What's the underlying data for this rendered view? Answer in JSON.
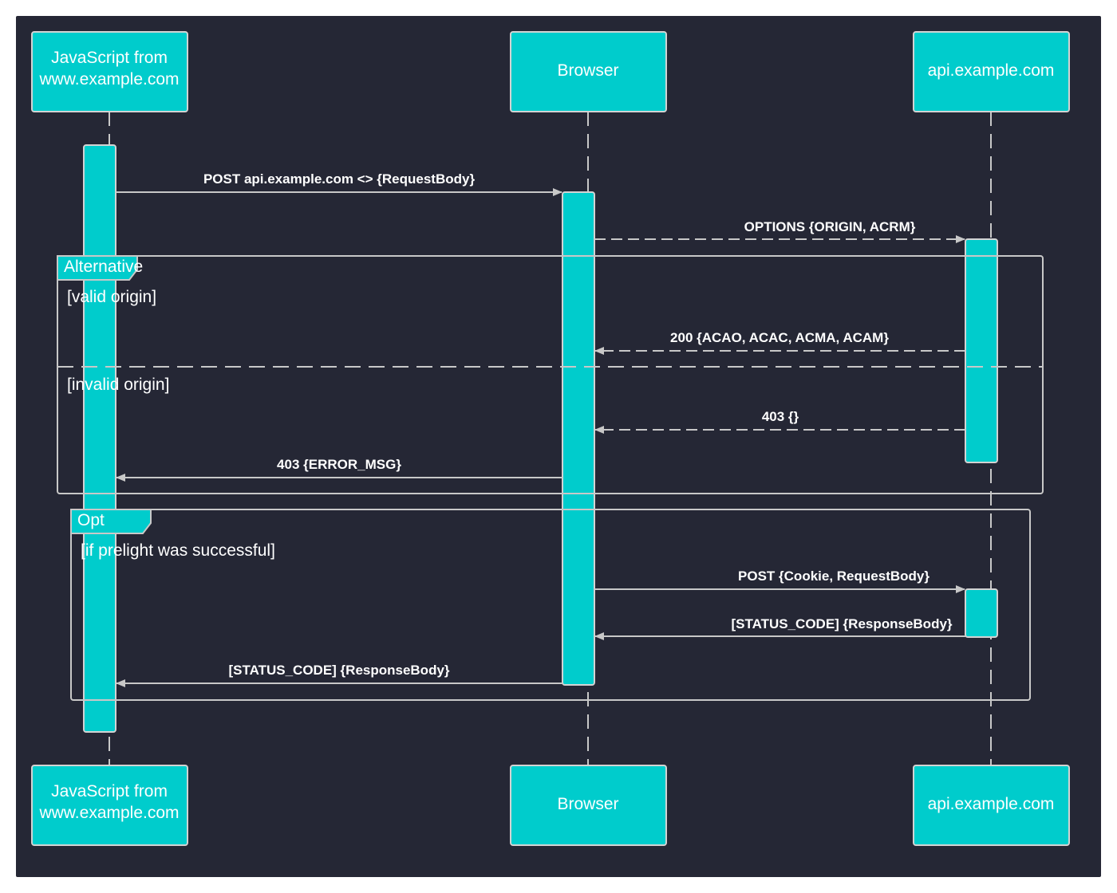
{
  "colors": {
    "canvas": "#252735",
    "actor_fill": "#00CCCC",
    "actor_stroke": "#D3D3D3",
    "line": "#C8C8C8",
    "text": "#FFFFFF"
  },
  "participants": [
    {
      "id": "js",
      "label_lines": [
        "JavaScript from",
        "www.example.com"
      ]
    },
    {
      "id": "browser",
      "label_lines": [
        "Browser"
      ]
    },
    {
      "id": "api",
      "label_lines": [
        "api.example.com"
      ]
    }
  ],
  "messages": [
    {
      "id": "m1",
      "from": "js",
      "to": "browser",
      "style": "solid",
      "text": "POST api.example.com <> {RequestBody}"
    },
    {
      "id": "m2",
      "from": "browser",
      "to": "api",
      "style": "dashed",
      "text": "OPTIONS {ORIGIN, ACRM}"
    },
    {
      "id": "m3",
      "from": "api",
      "to": "browser",
      "style": "dashed",
      "text": "200 {ACAO, ACAC, ACMA, ACAM}"
    },
    {
      "id": "m4",
      "from": "api",
      "to": "browser",
      "style": "dashed",
      "text": "403 {}"
    },
    {
      "id": "m5",
      "from": "browser",
      "to": "js",
      "style": "solid",
      "text": "403 {ERROR_MSG}"
    },
    {
      "id": "m6",
      "from": "browser",
      "to": "api",
      "style": "solid",
      "text": "POST {Cookie, RequestBody}"
    },
    {
      "id": "m7",
      "from": "api",
      "to": "browser",
      "style": "solid",
      "text": "[STATUS_CODE] {ResponseBody}"
    },
    {
      "id": "m8",
      "from": "browser",
      "to": "js",
      "style": "solid",
      "text": "[STATUS_CODE] {ResponseBody}"
    }
  ],
  "fragments": [
    {
      "id": "alt",
      "label": "Alternative",
      "conditions": [
        "[valid origin]",
        "[invalid origin]"
      ]
    },
    {
      "id": "opt",
      "label": "Opt",
      "conditions": [
        "[if prelight was successful]"
      ]
    }
  ]
}
